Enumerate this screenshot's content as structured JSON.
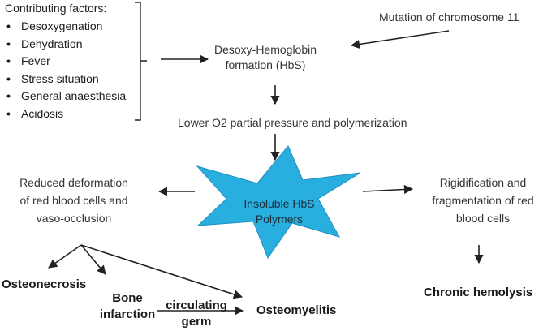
{
  "factors": {
    "heading": "Contributing factors:",
    "items": [
      "Desoxygenation",
      "Dehydration",
      "Fever",
      "Stress situation",
      "General anaesthesia",
      "Acidosis"
    ]
  },
  "nodes": {
    "mutation": "Mutation of chromosome 11",
    "hbs_formation": [
      "Desoxy-Hemoglobin",
      "formation (HbS)"
    ],
    "polymerization": "Lower O2 partial pressure and polymerization",
    "polymers": [
      "Insoluble HbS",
      "Polymers"
    ],
    "reduced_deformation": [
      "Reduced deformation",
      "of red blood cells and",
      "vaso-occlusion"
    ],
    "rigidification": [
      "Rigidification and",
      "fragmentation of red",
      "blood cells"
    ],
    "osteonecrosis": "Osteonecrosis",
    "bone_infarction": [
      "Bone",
      "infarction"
    ],
    "circulating_germ": [
      "circulating",
      "germ"
    ],
    "osteomyelitis": "Osteomyelitis",
    "chronic_hemolysis": "Chronic hemolysis"
  },
  "colors": {
    "star_fill": "#29aee0",
    "arrow": "#222222",
    "text": "#333333"
  }
}
